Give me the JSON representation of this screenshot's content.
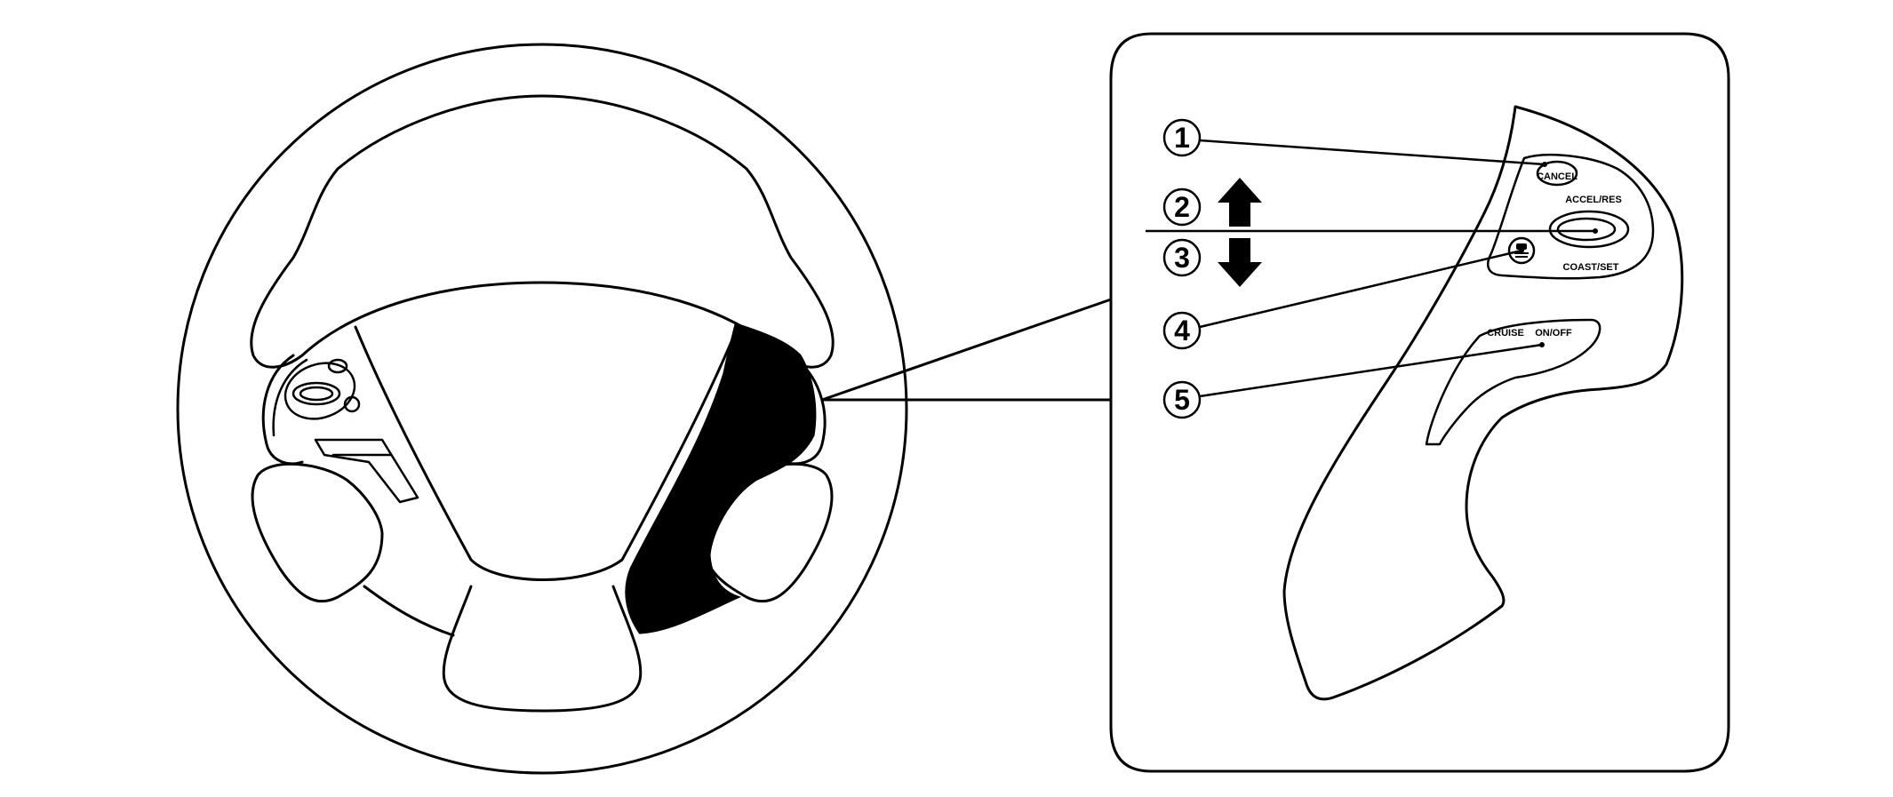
{
  "callouts": [
    {
      "number": "1"
    },
    {
      "number": "2"
    },
    {
      "number": "3"
    },
    {
      "number": "4"
    },
    {
      "number": "5"
    }
  ],
  "switch_labels": {
    "cancel": "CANCEL",
    "accel_res": "ACCEL/RES",
    "coast_set": "COAST/SET",
    "cruise": "CRUISE",
    "on_off": "ON/OFF"
  },
  "icons": {
    "distance": "vehicle-distance-icon",
    "up_arrow": "up-arrow-icon",
    "down_arrow": "down-arrow-icon"
  },
  "colors": {
    "line": "#000000",
    "background": "#ffffff",
    "highlight": "#000000"
  }
}
